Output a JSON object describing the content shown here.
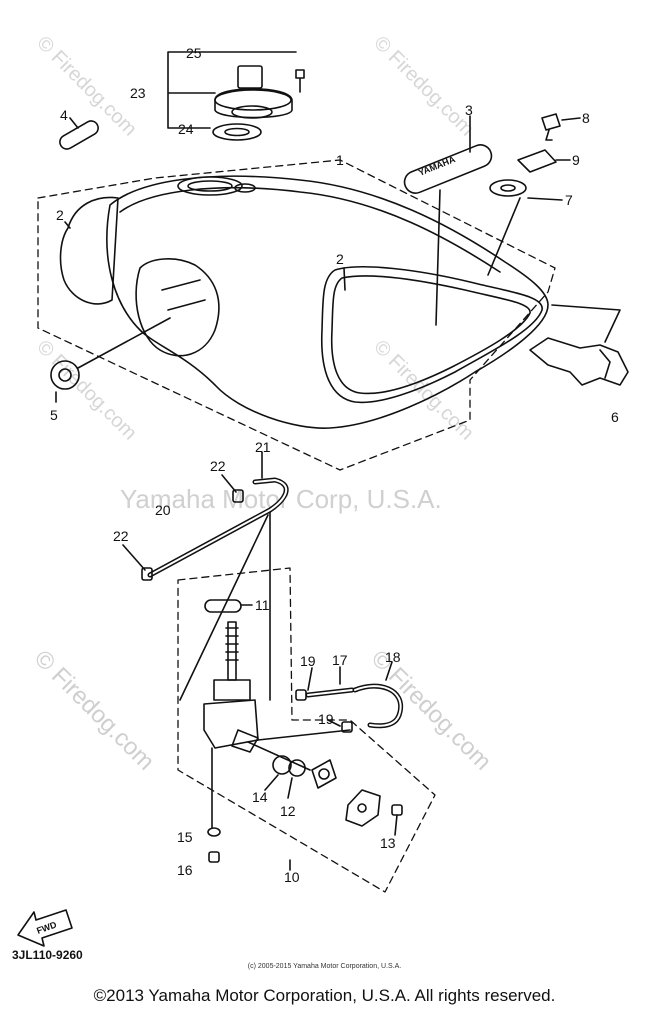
{
  "watermarks": {
    "site_small": "© Firedog.com",
    "site_big": "© Firedog.com",
    "center": "Yamaha Motor Corp, U.S.A."
  },
  "callouts": [
    "1",
    "2",
    "2",
    "3",
    "4",
    "5",
    "6",
    "7",
    "8",
    "9",
    "10",
    "11",
    "12",
    "13",
    "14",
    "15",
    "16",
    "17",
    "18",
    "19",
    "19",
    "20",
    "21",
    "22",
    "22",
    "23",
    "24",
    "25"
  ],
  "labels": {
    "n1": "1",
    "n2a": "2",
    "n2b": "2",
    "n3": "3",
    "n4": "4",
    "n5": "5",
    "n6": "6",
    "n7": "7",
    "n8": "8",
    "n9": "9",
    "n10": "10",
    "n11": "11",
    "n12": "12",
    "n13": "13",
    "n14": "14",
    "n15": "15",
    "n16": "16",
    "n17": "17",
    "n18": "18",
    "n19a": "19",
    "n19b": "19",
    "n20": "20",
    "n21": "21",
    "n22a": "22",
    "n22b": "22",
    "n23": "23",
    "n24": "24",
    "n25": "25"
  },
  "badge_text": "YAMAHA",
  "fwd_label": "FWD",
  "part_code": "3JL110-9260",
  "micro_copyright": "(c) 2005-2015 Yamaha Motor Corporation, U.S.A.",
  "copyright": "©2013 Yamaha Motor Corporation, U.S.A. All rights reserved."
}
